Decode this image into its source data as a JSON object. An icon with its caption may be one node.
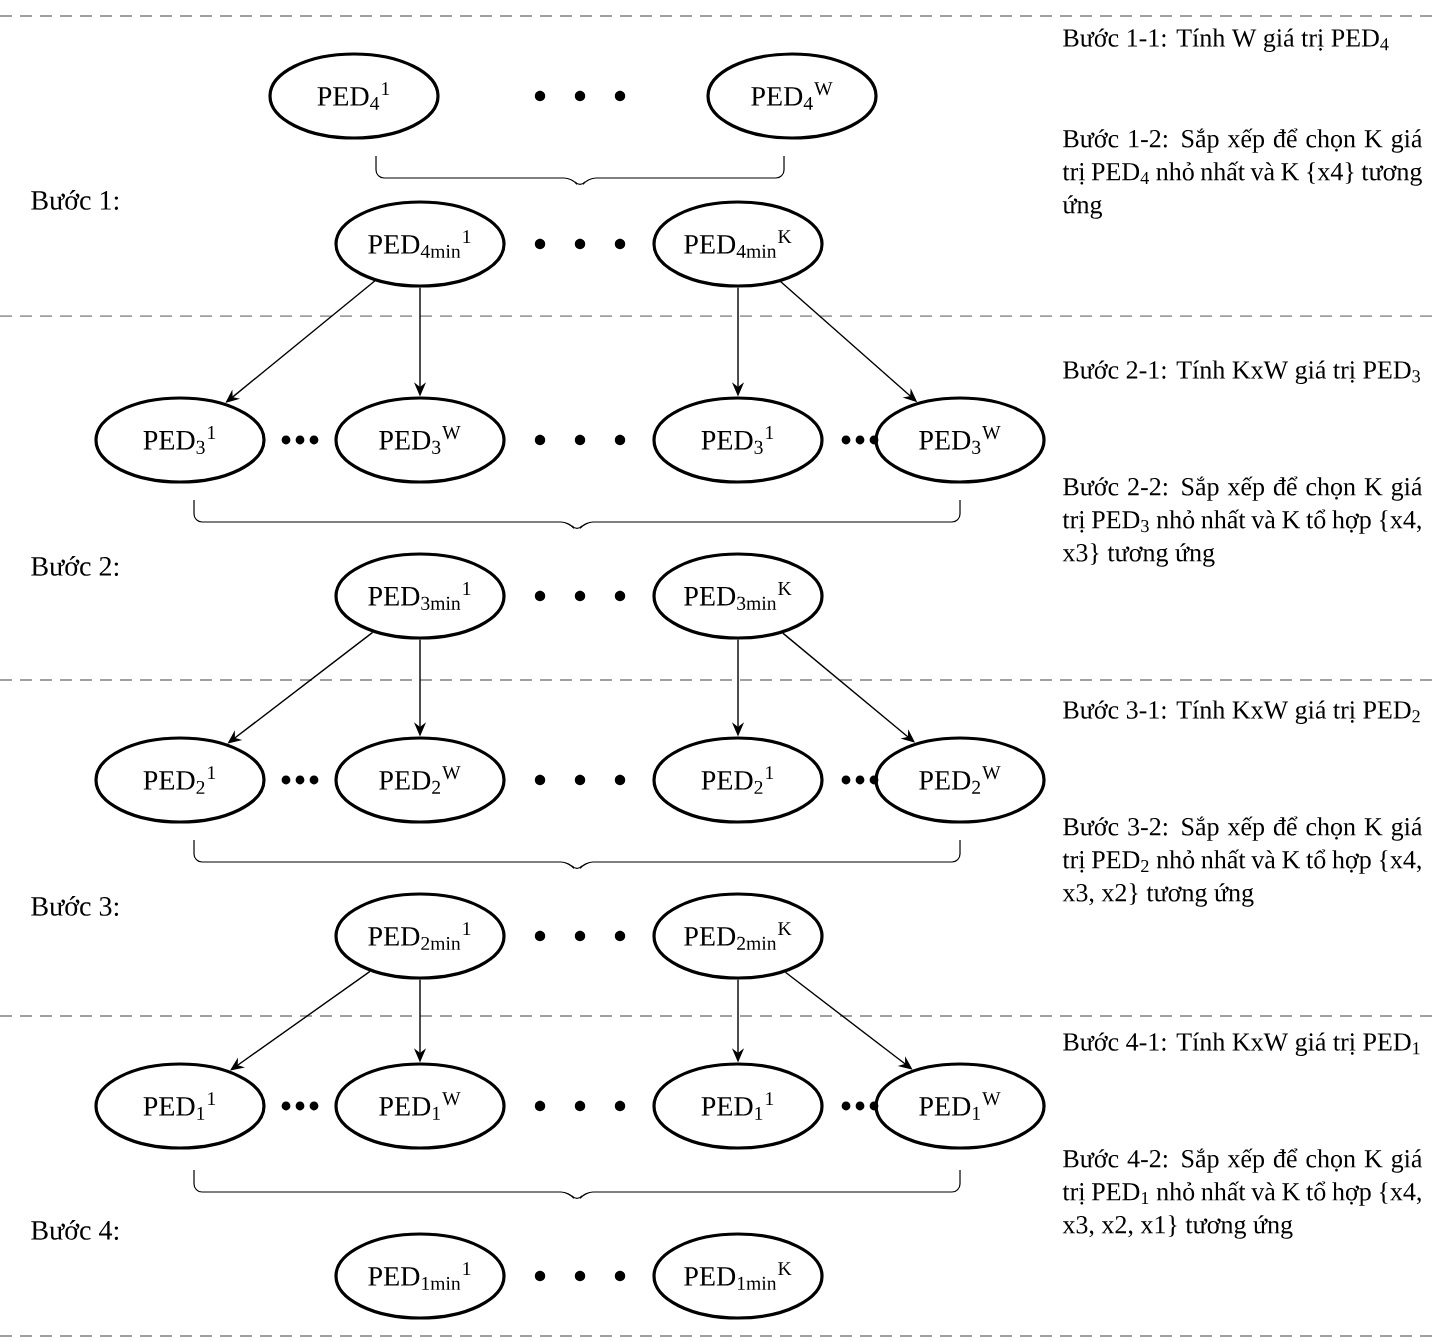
{
  "diagram": {
    "nodes": [
      {
        "text": [
          "PED$_{4}$$^{1}$"
        ]
      },
      {
        "text": [
          "PED$_{4}$$^{W}$"
        ]
      },
      {
        "text": [
          "PED$_{4min}$$^{1}$"
        ]
      },
      {
        "text": [
          "PED$_{4min}$$^{K}$"
        ]
      },
      {
        "text": [
          "PED$_{3}$$^{1}$"
        ]
      },
      {
        "text": [
          "PED$_{3}$$^{W}$"
        ]
      },
      {
        "text": [
          "PED$_{3}$$^{1}$"
        ]
      },
      {
        "text": [
          "PED$_{3}$$^{W}$"
        ]
      },
      {
        "text": [
          "PED$_{3min}$$^{1}$"
        ]
      },
      {
        "text": [
          "PED$_{3min}$$^{K}$"
        ]
      },
      {
        "text": [
          "PED$_{2}$$^{1}$"
        ]
      },
      {
        "text": [
          "PED$_{2}$$^{W}$"
        ]
      },
      {
        "text": [
          "PED$_{2}$$^{1}$"
        ]
      },
      {
        "text": [
          "PED$_{2}$$^{W}$"
        ]
      },
      {
        "text": [
          "PED$_{2min}$$^{1}$"
        ]
      },
      {
        "text": [
          "PED$_{2min}$$^{K}$"
        ]
      },
      {
        "text": [
          "PED$_{1}$$^{1}$"
        ]
      },
      {
        "text": [
          "PED$_{1}$$^{W}$"
        ]
      },
      {
        "text": [
          "PED$_{1}$$^{1}$"
        ]
      },
      {
        "text": [
          "PED$_{1}$$^{W}$"
        ]
      },
      {
        "text": [
          "PED$_{1min}$$^{1}$"
        ]
      },
      {
        "text": [
          "PED$_{1min}$$^{K}$"
        ]
      }
    ],
    "edges": [
      {
        "from": 2,
        "to": 4,
        "arrow": "to"
      },
      {
        "from": 2,
        "to": 5,
        "arrow": "to"
      },
      {
        "from": 3,
        "to": 6,
        "arrow": "to"
      },
      {
        "from": 3,
        "to": 7,
        "arrow": "to"
      },
      {
        "from": 8,
        "to": 10,
        "arrow": "to"
      },
      {
        "from": 8,
        "to": 11,
        "arrow": "to"
      },
      {
        "from": 9,
        "to": 12,
        "arrow": "to"
      },
      {
        "from": 9,
        "to": 13,
        "arrow": "to"
      },
      {
        "from": 14,
        "to": 16,
        "arrow": "to"
      },
      {
        "from": 14,
        "to": 17,
        "arrow": "to"
      },
      {
        "from": 15,
        "to": 18,
        "arrow": "to"
      },
      {
        "from": 15,
        "to": 19,
        "arrow": "to"
      }
    ],
    "labels": [
      "Bước 1-1: Tính W giá trị PED$_{4}$",
      "Bước 1-2: Sắp xếp để chọn K giá trị PED$_{4}$ nhỏ nhất và K {x4} tương ứng",
      "Bước 1:",
      "Bước 2-1: Tính KxW giá trị PED$_{3}$",
      "Bước 2-2: Sắp xếp để chọn K giá trị PED$_{3}$ nhỏ nhất và K tổ hợp {x4, x3} tương ứng",
      "Bước 2:",
      "Bước 3-1: Tính KxW giá trị PED$_{2}$",
      "Bước 3-2: Sắp xếp để chọn K giá trị PED$_{2}$ nhỏ nhất và K tổ hợp {x4, x3, x2} tương ứng",
      "Bước 3:",
      "Bước 4-1: Tính KxW giá trị PED$_{1}$",
      "Bước 4-2: Sắp xếp để chọn K giá trị PED$_{1}$ nhỏ nhất và K tổ hợp {x4, x3, x2, x1} tương ứng",
      "Bước 4:"
    ]
  }
}
